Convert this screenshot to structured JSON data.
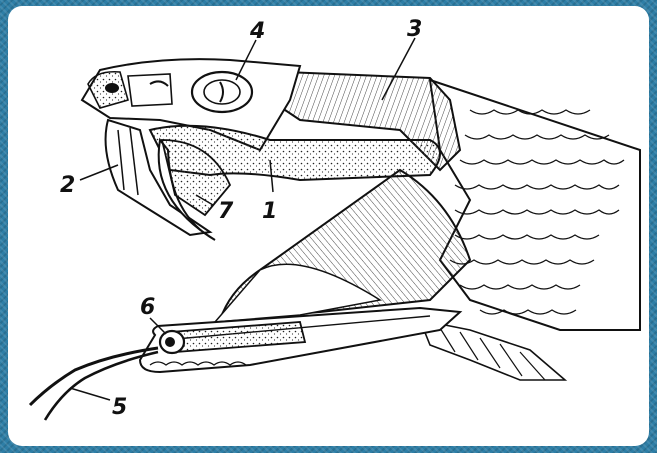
{
  "colors": {
    "frame": "#2e7ea6",
    "panel": "#ffffff",
    "ink": "#111111"
  },
  "labels": {
    "l1": "1",
    "l2": "2",
    "l3": "3",
    "l4": "4",
    "l5": "5",
    "l6": "6",
    "l7": "7"
  }
}
